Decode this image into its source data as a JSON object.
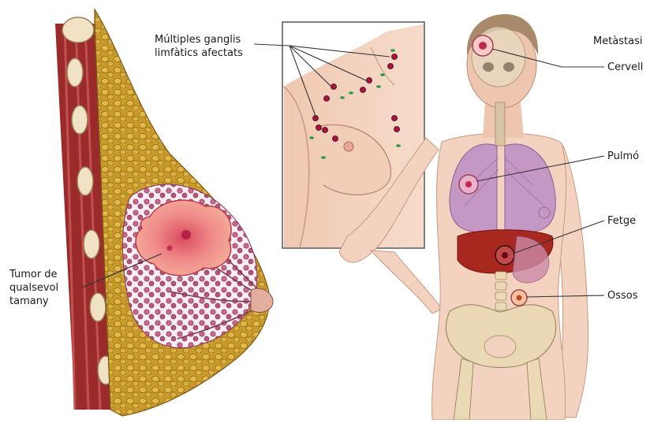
{
  "labels": {
    "tumor_lines": [
      "Tumor de",
      "qualsevol",
      "tamany"
    ],
    "ganglis_lines": [
      "Múltiples ganglis",
      "limfàtics afectats"
    ],
    "metastasi": "Metàstasi",
    "cervell": "Cervell",
    "pulmo": "Pulmó",
    "fetge": "Fetge",
    "ossos": "Ossos"
  },
  "colors": {
    "muscle": "#9b2a2a",
    "fat": "#c99a2c",
    "skin": "#f3d2bf",
    "tumor": "#e8707a",
    "lung": "#c497c4",
    "liver": "#a8271f",
    "bone": "#ead9b4",
    "node_dot": "#b0123e",
    "lymph_green": "#2e9b4a",
    "leader_line": "#333333"
  },
  "icons": {
    "breast_cross_section": "breast-anatomy-illustration",
    "chest_inset": "lymph-node-inset-illustration",
    "body_figure": "metastasis-body-illustration"
  }
}
